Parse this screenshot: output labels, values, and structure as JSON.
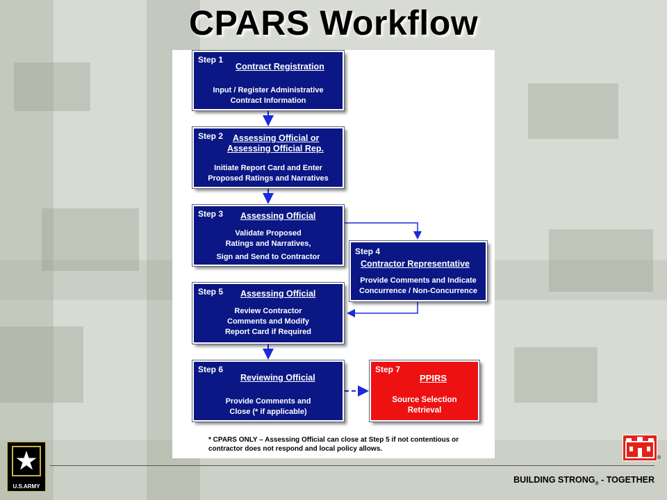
{
  "slide": {
    "title": "CPARS Workflow"
  },
  "steps": [
    {
      "step": "Step 1",
      "heading": [
        "Contract Registration"
      ],
      "desc": [
        "Input / Register Administrative",
        "Contract Information"
      ],
      "color": "#0a1784"
    },
    {
      "step": "Step 2",
      "heading": [
        "Assessing Official or",
        "Assessing Official Rep."
      ],
      "desc": [
        "Initiate Report Card and Enter",
        "Proposed Ratings and Narratives"
      ],
      "color": "#0a1784"
    },
    {
      "step": "Step 3",
      "heading": [
        "Assessing Official"
      ],
      "desc": [
        "Validate Proposed",
        "Ratings and Narratives,",
        "Sign and Send to Contractor"
      ],
      "color": "#0a1784"
    },
    {
      "step": "Step 4",
      "heading": [
        "Contractor Representative"
      ],
      "desc": [
        "Provide Comments and Indicate",
        "Concurrence / Non-Concurrence"
      ],
      "color": "#0a1784"
    },
    {
      "step": "Step 5",
      "heading": [
        "Assessing Official"
      ],
      "desc": [
        "Review Contractor",
        "Comments and Modify",
        "Report Card if Required"
      ],
      "color": "#0a1784"
    },
    {
      "step": "Step 6",
      "heading": [
        "Reviewing Official"
      ],
      "desc": [
        "Provide Comments and",
        "Close (* if applicable)"
      ],
      "color": "#0a1784"
    },
    {
      "step": "Step 7",
      "heading": [
        "PPIRS"
      ],
      "desc": [
        "Source Selection",
        "Retrieval"
      ],
      "color": "#ee1111"
    }
  ],
  "footnote": {
    "line1": "* CPARS ONLY – Assessing Official can close at Step 5 if not contentious or",
    "line2": "contractor does not respond and local policy allows."
  },
  "footer": {
    "text_prefix": "BUILDING STRONG",
    "registered": "®",
    "text_suffix": " - TOGETHER",
    "army_logo_text": "U.S.ARMY",
    "castle_mark": "®"
  },
  "colors": {
    "box_blue": "#0a1784",
    "box_red": "#ee1111",
    "arrow_blue": "#1a2bd8"
  }
}
